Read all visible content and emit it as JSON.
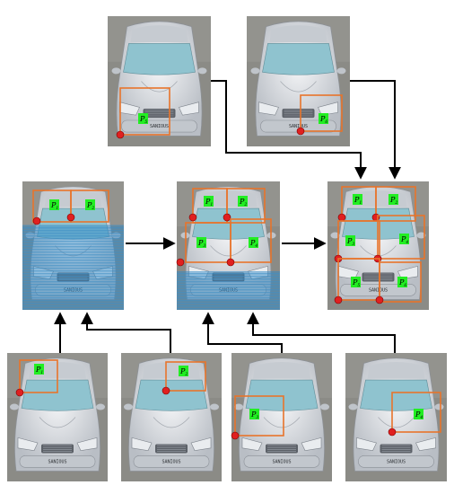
{
  "diagram": {
    "part_label": "P",
    "plate_text": "SANIOUS",
    "colors": {
      "box": "#e8742b",
      "keypoint": "#e02020",
      "label_bg": "#22ee22",
      "arrow": "#000000",
      "highlight": "#2b88c8",
      "car_body": "#cfd3d8",
      "windshield": "#8fc3cf",
      "photo_bg": "#8b8b86"
    },
    "panels": [
      {
        "id": "top-left-input",
        "labels": [
          "P5"
        ]
      },
      {
        "id": "top-right-input",
        "labels": [
          "P6"
        ]
      },
      {
        "id": "middle-left-stage",
        "labels": [
          "P1",
          "P2"
        ]
      },
      {
        "id": "middle-center-stage",
        "labels": [
          "P1",
          "P2",
          "P3",
          "P4"
        ]
      },
      {
        "id": "middle-right-output",
        "labels": [
          "P1",
          "P2",
          "P3",
          "P4",
          "P5",
          "P6"
        ]
      },
      {
        "id": "bottom-1-input",
        "labels": [
          "P1"
        ]
      },
      {
        "id": "bottom-2-input",
        "labels": [
          "P2"
        ]
      },
      {
        "id": "bottom-3-input",
        "labels": [
          "P3"
        ]
      },
      {
        "id": "bottom-4-input",
        "labels": [
          "P4"
        ]
      }
    ]
  }
}
